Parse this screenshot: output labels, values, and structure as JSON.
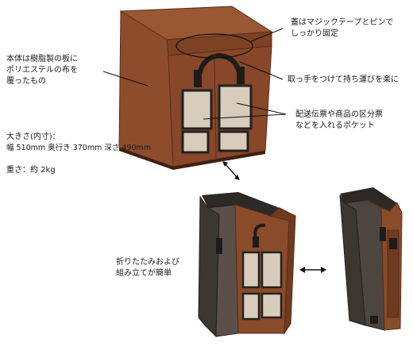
{
  "labels": {
    "lid_line1": "蓋はマジックテープとピンで",
    "lid_line2": "しっかり固定",
    "body_line1": "本体は樹脂製の板に",
    "body_line2": "ポリエステルの布を",
    "body_line3": "覆ったもの",
    "handle": "取っ手をつけて持ち運びを楽に",
    "pocket_line1": "配送伝票や商品の区分票",
    "pocket_line2": "などを入れるポケット",
    "size_title": "大きさ(内寸)：",
    "size_values": "幅 510mm  奥行き 370mm  深さ 490mm",
    "weight": "重さ：約 2kg",
    "fold_line1": "折りたたみおよび",
    "fold_line2": "組み立てが簡単"
  },
  "colors": {
    "fabric": "#8a4b2a",
    "fabric_dark": "#5e3019",
    "fabric_light": "#a9633c",
    "lining": "#3b3630",
    "handle": "#1e1c1a",
    "pocket_window": "#d8ccbc"
  }
}
